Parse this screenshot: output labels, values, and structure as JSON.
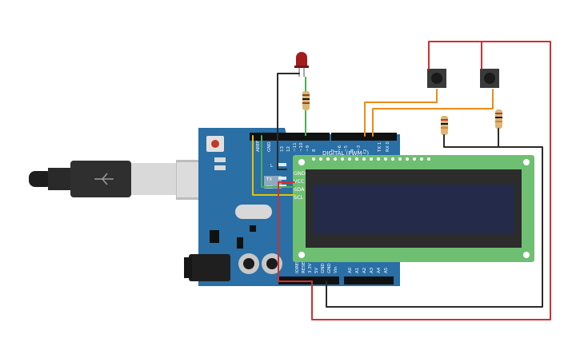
{
  "board": {
    "top_header_label": "DIGITAL (PWM~)",
    "aref": "AREF",
    "gnd": "GND",
    "led_l": "L",
    "tx": "TX",
    "rx": "RX",
    "digital_pins": [
      "13",
      "12",
      "~11",
      "~10",
      "~9",
      "8",
      "7",
      "~6",
      "~5",
      "4",
      "~3",
      "2",
      "TX 1",
      "RX 0"
    ],
    "power_pins": [
      "IOREF",
      "RESET",
      "3.3V",
      "5V",
      "GND",
      "GND",
      "Vin"
    ],
    "analog_pins": [
      "A0",
      "A1",
      "A2",
      "A3",
      "A4",
      "A5"
    ]
  },
  "lcd": {
    "pins": [
      "GND",
      "VCC",
      "SDA",
      "SCL"
    ]
  },
  "colors": {
    "board": "#2a6fa6",
    "lcd_pcb": "#6fbf73",
    "lcd_screen": "#232a4a",
    "wire_red": "#d32f2f",
    "wire_black": "#2b2b2b",
    "wire_orange": "#ef8a17",
    "wire_green": "#4caf50",
    "wire_yellow": "#e3c400"
  }
}
